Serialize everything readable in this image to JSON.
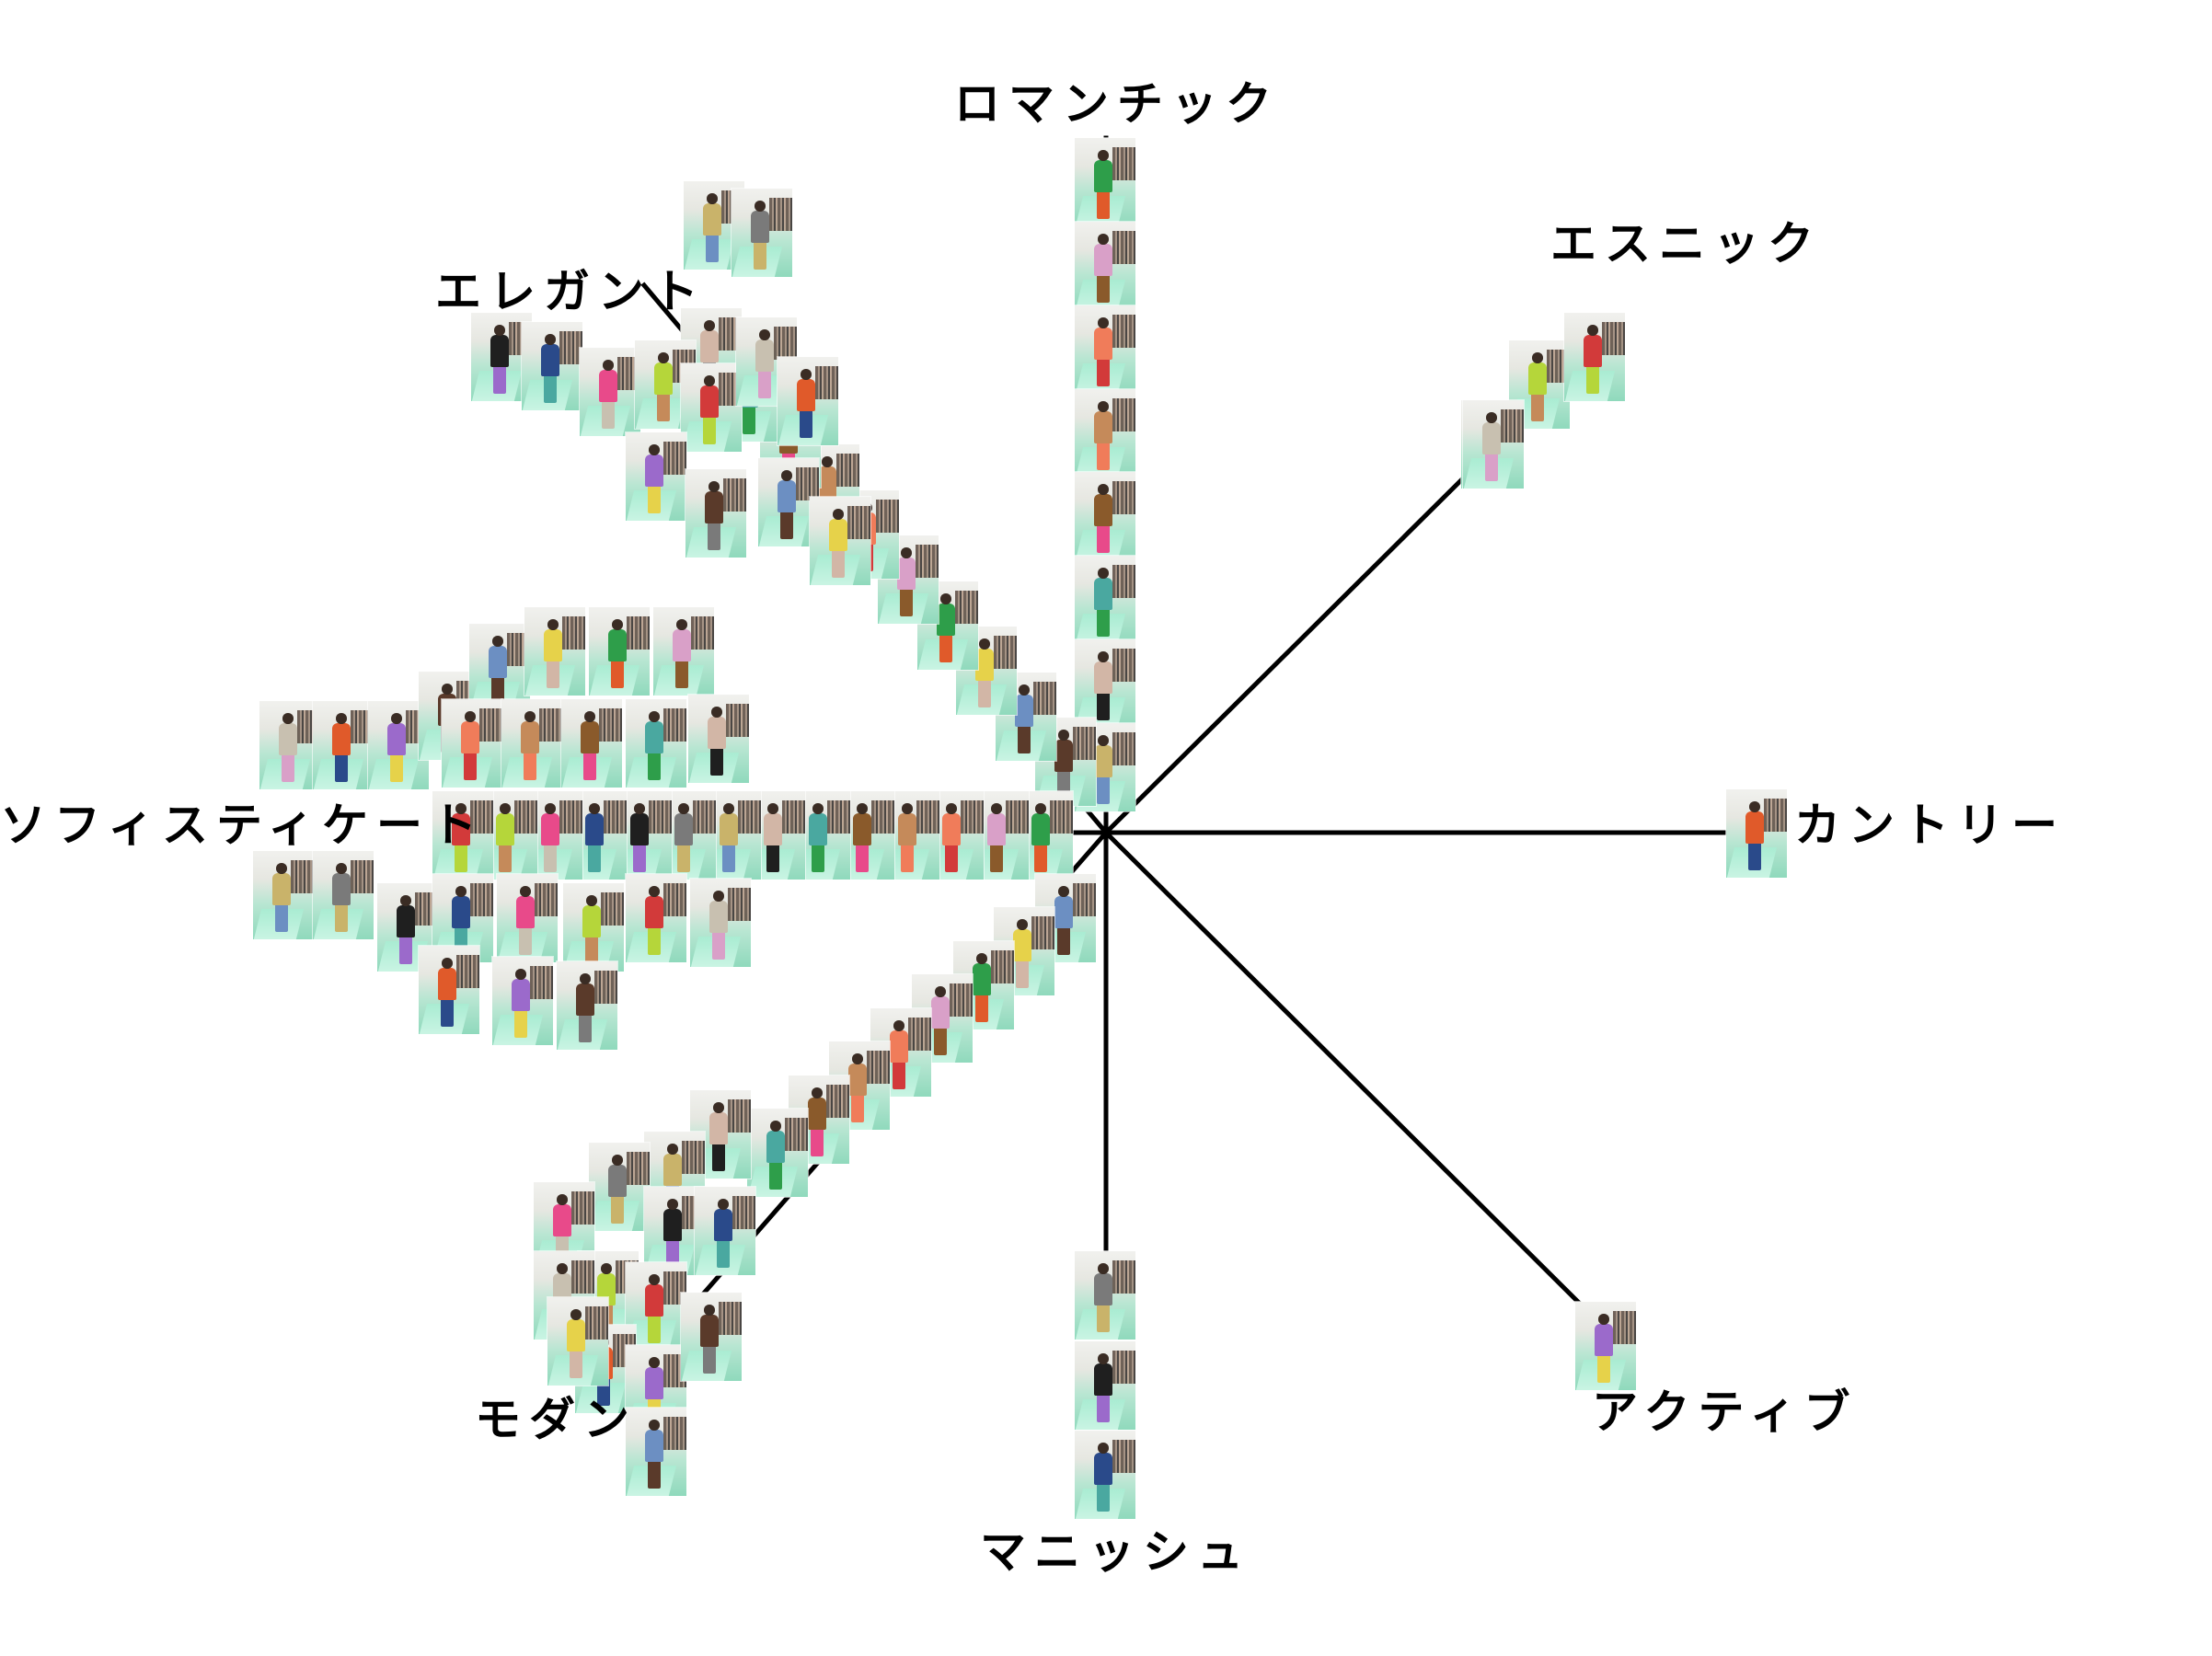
{
  "labels": {
    "romantic": "ロマンチック",
    "ethnic": "エスニック",
    "elegant": "エレガント",
    "sophisticated": "ソフィスティケート",
    "country": "カントリー",
    "active": "アクティブ",
    "modern": "モダン",
    "mannish": "マニッシュ"
  },
  "colors": {
    "background": "#ffffff",
    "axis_line": "#000000",
    "label_text": "#000000",
    "runway": "#a9ecd2",
    "outfit_palette": [
      "#2e9e4a",
      "#c58a5a",
      "#d2b6a6",
      "#1f1f1f",
      "#b5d63a",
      "#e05a2a",
      "#6c8fc2",
      "#d9a0c8",
      "#8a5a2b",
      "#c9b36a",
      "#2a4a8a",
      "#d23a3a",
      "#9b6acb",
      "#e6d24a",
      "#f07c5a",
      "#4aa8a0",
      "#7a7a7a",
      "#e84a8a",
      "#c8c0b0",
      "#5a3a2a"
    ]
  },
  "thumbnail_subject": "runway look photo"
}
